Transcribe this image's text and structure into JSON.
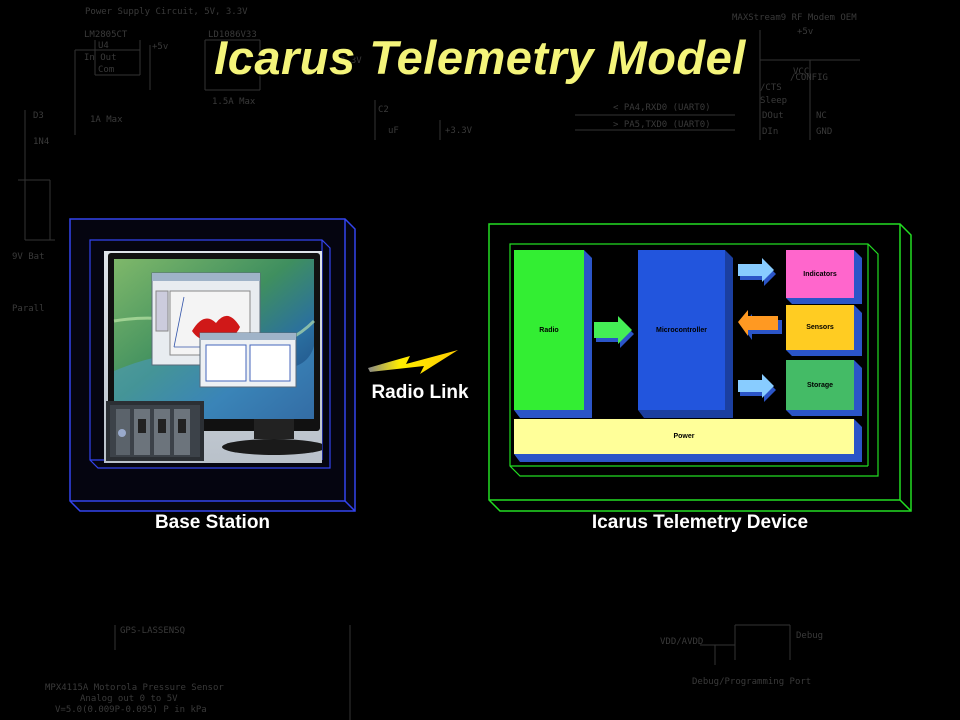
{
  "title": "Icarus Telemetry Model",
  "base_station_label": "Base Station",
  "radio_link_label": "Radio Link",
  "device_label": "Icarus Telemetry Device",
  "device_blocks": {
    "radio": "Radio",
    "microcontroller": "Microcontroller",
    "indicators": "Indicators",
    "sensors": "Sensors",
    "storage": "Storage",
    "power": "Power"
  },
  "schematic_text": {
    "power_supply": "Power Supply Circuit, 5V, 3.3V",
    "lm": "LM2805CT",
    "u4": "U4",
    "in_out": "In   Out",
    "com": "Com",
    "plus5": "+5v",
    "ld": "LD1086V33",
    "v33": "3.3V",
    "max15": "1.5A Max",
    "max1": "1A Max",
    "d3": "D3",
    "in4": "1N4",
    "c2": "C2",
    "uf": "uF",
    "plus33": "+3.3V",
    "bat": "9V Bat",
    "parall": "Parall",
    "modem": "MAXStream9 RF Modem OEM",
    "plus5v": "+5v",
    "vcc": "VCC",
    "config": "/CONFIG",
    "cts": "/CTS",
    "sleep": "Sleep",
    "dout": "DOut",
    "din": "DIn",
    "nc": "NC",
    "gnd": "GND",
    "pa4": "< PA4,RXD0 (UART0)",
    "pa5": "> PA5,TXD0 (UART0)",
    "gps": "GPS-LASSENSQ",
    "mpx": "MPX4115A Motorola Pressure Sensor",
    "analog": "Analog out 0 to 5V",
    "formula": "V=5.0(0.009P-0.095) P in kPa",
    "vdd": "VDD/AVDD",
    "debug": "Debug",
    "debug_port": "Debug/Programming Port"
  },
  "colors": {
    "title": "#f4f47a",
    "base_frame": "#3344ee",
    "device_frame": "#22dd22",
    "radio_block": "#33ee33",
    "micro_block": "#2255dd",
    "side_block": "#ff66cc",
    "storage_block": "#44bb66",
    "power_block": "#ffff99",
    "bolt": "#ffee00"
  }
}
